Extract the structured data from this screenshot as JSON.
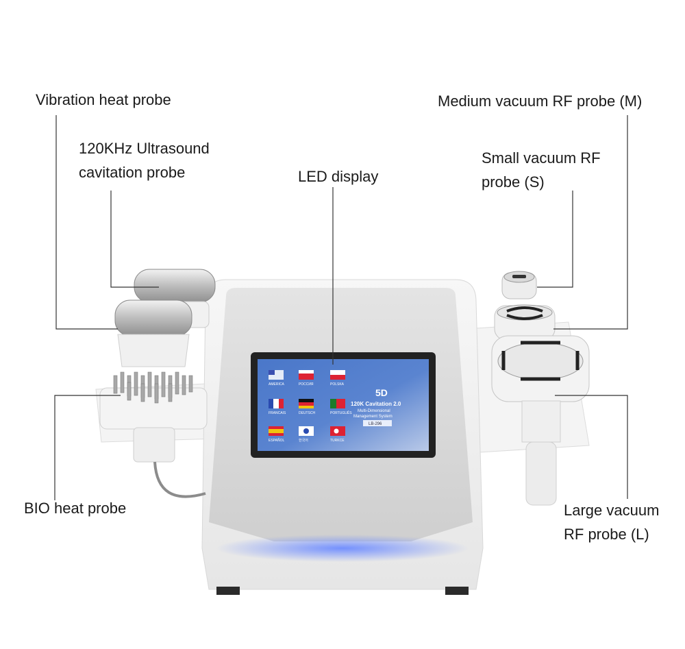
{
  "labels": {
    "vibration_heat_probe": "Vibration heat probe",
    "ultrasound_probe_line1": "120KHz Ultrasound",
    "ultrasound_probe_line2": "cavitation probe",
    "led_display": "LED display",
    "medium_rf_probe": "Medium vacuum RF probe (M)",
    "small_rf_probe_line1": "Small vacuum RF",
    "small_rf_probe_line2": "probe (S)",
    "bio_heat_probe": "BIO heat probe",
    "large_rf_probe_line1": "Large vacuum",
    "large_rf_probe_line2": "RF probe (L)"
  },
  "screen": {
    "brand_line1": "5D",
    "brand_line2": "120K Cavitation 2.0",
    "brand_line3": "Multi-Dimensional",
    "brand_line4": "Management System",
    "model": "LB-296",
    "languages": [
      "AMERICA",
      "РОССИЯ",
      "POLSKA",
      "FRANCAIS",
      "DEUTSCH",
      "PORTUGUÊS",
      "ESPAÑOL",
      "한국어",
      "TURKCE"
    ]
  },
  "colors": {
    "label_text": "#1a1a1a",
    "leader_line": "#333333",
    "device_body": "#f2f2f2",
    "device_panel": "#d9d9d9",
    "screen_bg": "#3f63b0",
    "glow": "#6e8cff"
  }
}
